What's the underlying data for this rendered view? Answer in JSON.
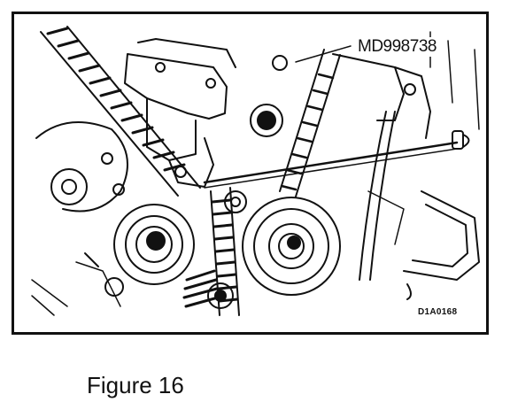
{
  "figure": {
    "tool_label": "MD998738",
    "part_code": "D1A0168",
    "caption": "Figure 16"
  },
  "colors": {
    "ink": "#111111",
    "paper": "#ffffff"
  }
}
